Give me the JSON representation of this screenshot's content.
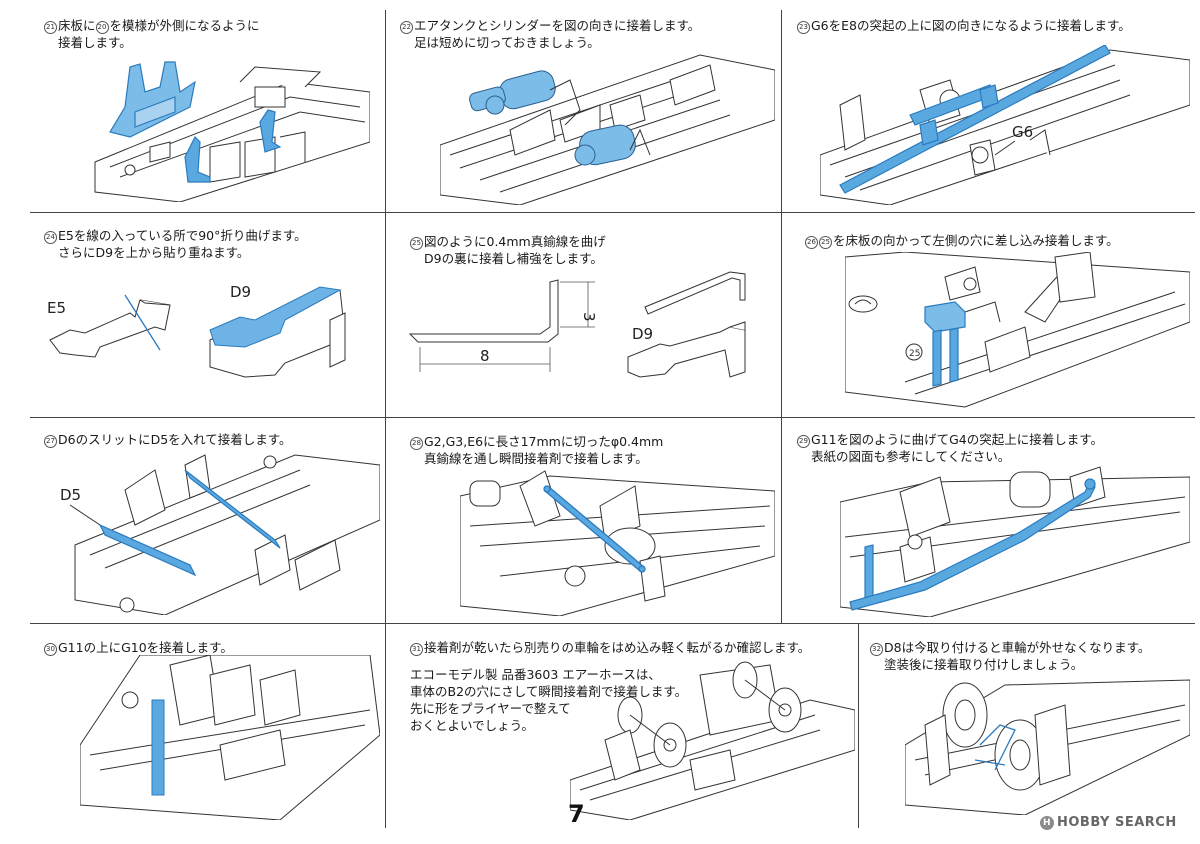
{
  "page_number": "7",
  "brand": {
    "mark": "H",
    "name": "HOBBY SEARCH"
  },
  "steps": [
    {
      "num": "21",
      "ref": "20",
      "lines": [
        "床板に",
        "を模様が外側になるように",
        "接着します。"
      ]
    },
    {
      "num": "22",
      "lines": [
        "エアタンクとシリンダーを図の向きに接着します。",
        "足は短めに切っておきましょう。"
      ]
    },
    {
      "num": "23",
      "lines": [
        "G6をE8の突起の上に図の向きになるように接着します。"
      ],
      "label": "G6"
    },
    {
      "num": "24",
      "lines": [
        "E5を線の入っている所で90°折り曲げます。",
        "さらにD9を上から貼り重ねます。"
      ],
      "labels": [
        "E5",
        "D9"
      ]
    },
    {
      "num": "25",
      "lines": [
        "図のように0.4mm真鍮線を曲げ",
        "D9の裏に接着し補強をします。"
      ],
      "labels": [
        "3",
        "8",
        "D9"
      ]
    },
    {
      "num": "26",
      "ref": "25",
      "lines": [
        "を床板の向かって左側の穴に差し込み接着します。"
      ]
    },
    {
      "num": "27",
      "lines": [
        "D6のスリットにD5を入れて接着します。"
      ],
      "label": "D5"
    },
    {
      "num": "28",
      "lines": [
        "G2,G3,E6に長さ17mmに切ったφ0.4mm",
        "真鍮線を通し瞬間接着剤で接着します。"
      ]
    },
    {
      "num": "29",
      "lines": [
        "G11を図のように曲げてG4の突起上に接着します。",
        "表紙の図面も参考にしてください。"
      ]
    },
    {
      "num": "30",
      "lines": [
        "G11の上にG10を接着します。"
      ]
    },
    {
      "num": "31",
      "lines": [
        "接着剤が乾いたら別売りの車輪をはめ込み軽く転がるか確認します。"
      ],
      "note": [
        "エコーモデル製 品番3603 エアーホースは、",
        "車体のB2の穴にさして瞬間接着剤で接着します。",
        "先に形をプライヤーで整えて",
        "おくとよいでしょう。"
      ]
    },
    {
      "num": "32",
      "lines": [
        "D8は今取り付けると車輪が外せなくなります。",
        "塗装後に接着取り付けしましょう。"
      ]
    }
  ],
  "colors": {
    "accent_part": "#5aa8e0",
    "accent_fill": "#a9d2f0",
    "line": "#333333"
  }
}
